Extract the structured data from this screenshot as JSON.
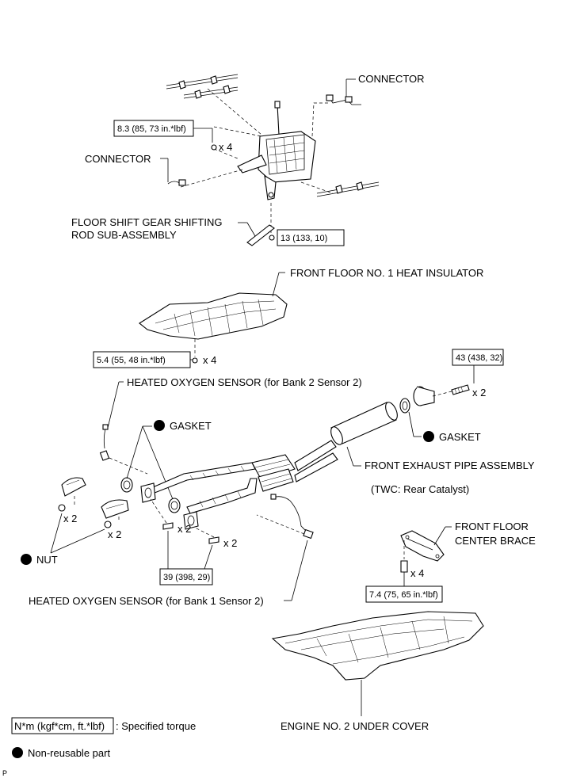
{
  "labels": {
    "connector_top": "CONNECTOR",
    "connector_left": "CONNECTOR",
    "shift_rod_line1": "FLOOR SHIFT GEAR SHIFTING",
    "shift_rod_line2": "ROD SUB-ASSEMBLY",
    "heat_insulator": "FRONT FLOOR NO. 1 HEAT INSULATOR",
    "o2_bank2": "HEATED OXYGEN SENSOR (for Bank 2 Sensor 2)",
    "gasket_left": "GASKET",
    "gasket_right": "GASKET",
    "exhaust_pipe": "FRONT EXHAUST PIPE ASSEMBLY",
    "twc_note": "(TWC: Rear Catalyst)",
    "brace_line1": "FRONT FLOOR",
    "brace_line2": "CENTER BRACE",
    "nut": "NUT",
    "o2_bank1": "HEATED OXYGEN SENSOR (for Bank 1 Sensor 2)",
    "under_cover": "ENGINE NO. 2 UNDER COVER"
  },
  "torques": {
    "t1": "8.3 (85, 73 in.*lbf)",
    "t2": "13 (133, 10)",
    "t3": "5.4 (55, 48 in.*lbf)",
    "t4": "43 (438, 32)",
    "t5": "39 (398, 29)",
    "t6": "7.4 (75, 65  in.*lbf)"
  },
  "quantities": {
    "q_shift_bolts": "x 4",
    "q_insulator": "x 4",
    "q_spring_bolts": "x 2",
    "q_nut_a": "x 2",
    "q_nut_b": "x 2",
    "q_bolt_a": "x 2",
    "q_bolt_b": "x 2",
    "q_brace": "x 4"
  },
  "legend": {
    "torque_box": "N*m (kgf*cm, ft.*lbf)",
    "torque_text": ": Specified torque",
    "nonreusable": "Non-reusable part"
  },
  "corner_mark": "P"
}
